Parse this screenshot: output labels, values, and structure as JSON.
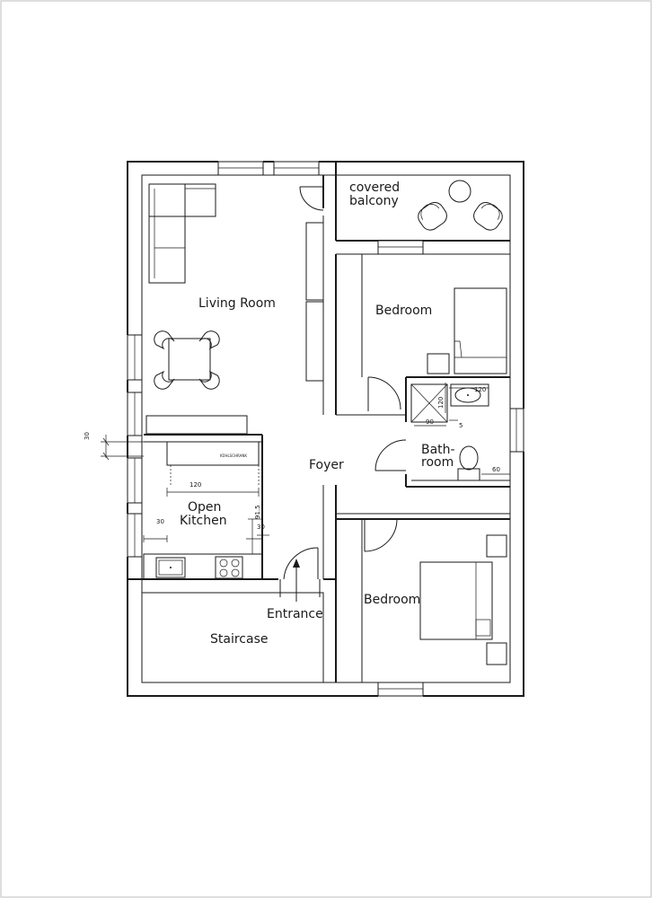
{
  "rooms": {
    "covered_balcony": [
      "covered",
      "balcony"
    ],
    "living_room": "Living Room",
    "bedroom_top": "Bedroom",
    "bathroom": [
      "Bath-",
      "room"
    ],
    "foyer": "Foyer",
    "open_kitchen": [
      "Open",
      "Kitchen"
    ],
    "entrance": "Entrance",
    "staircase": "Staircase",
    "bedroom_bottom": "Bedroom"
  },
  "fixtures": {
    "fridge_label": "KÜHLSCHRANK"
  },
  "dimensions": {
    "wall_offset": "30",
    "counter_width": "120",
    "kitchen_left_gap": "30",
    "kitchen_depth": "91.5",
    "kitchen_right_gap": "30",
    "shower_width": "90",
    "shower_depth": "120",
    "washbasin_width": "120",
    "bath_step": "5",
    "toilet_clearance": "60"
  }
}
